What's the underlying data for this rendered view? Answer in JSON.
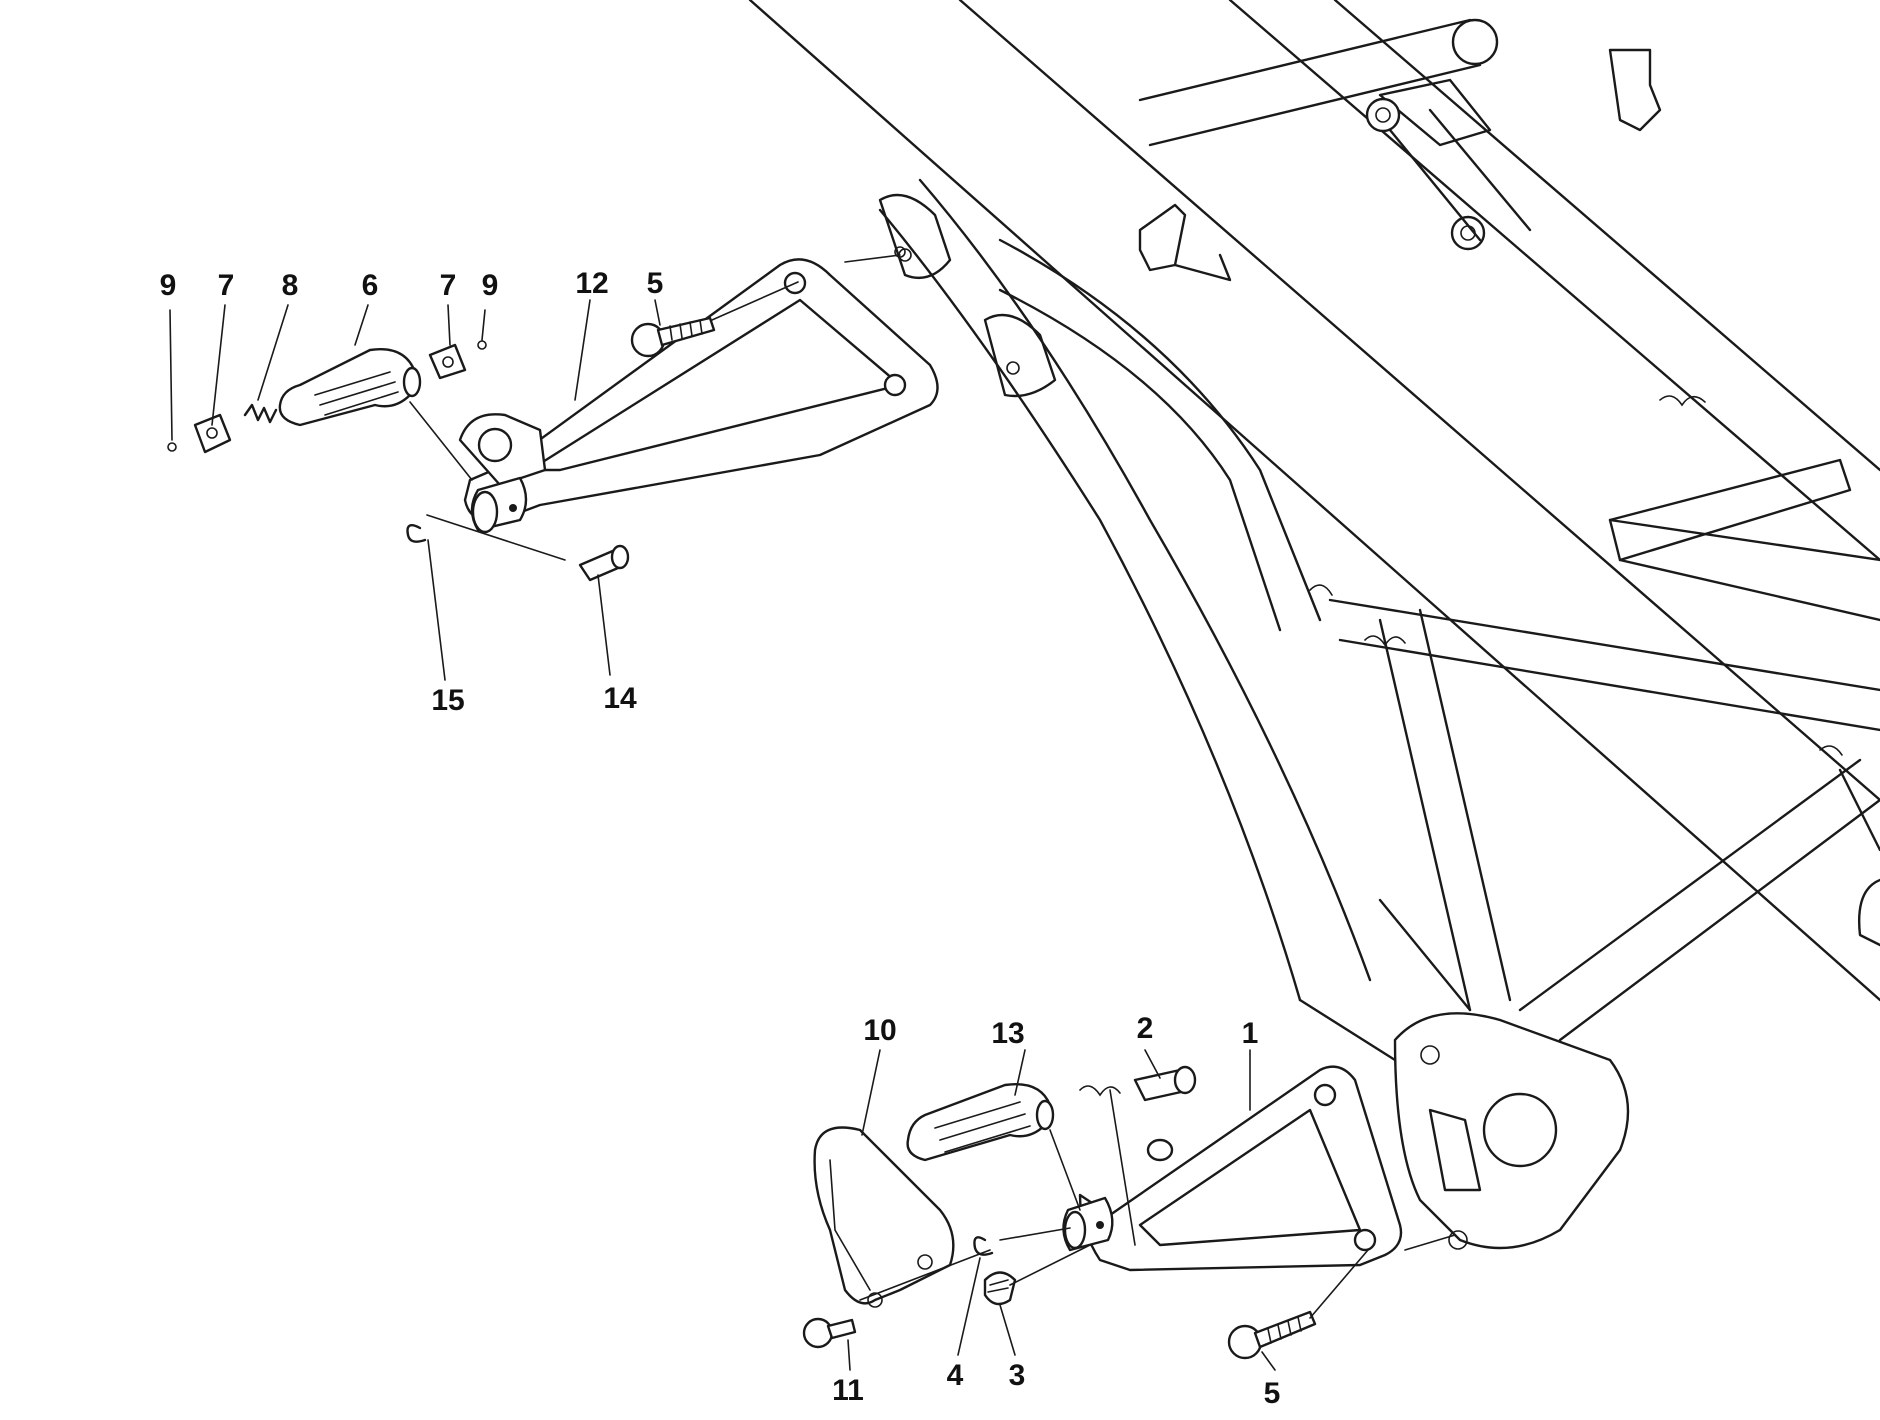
{
  "callouts": {
    "c9a": "9",
    "c7a": "7",
    "c8": "8",
    "c6": "6",
    "c7b": "7",
    "c9b": "9",
    "c12": "12",
    "c5a": "5",
    "c15": "15",
    "c14": "14",
    "c10": "10",
    "c13": "13",
    "c2": "2",
    "c1": "1",
    "c11": "11",
    "c4": "4",
    "c3": "3",
    "c5b": "5"
  },
  "colors": {
    "ink": "#1a1a1a",
    "background": "#ffffff"
  }
}
